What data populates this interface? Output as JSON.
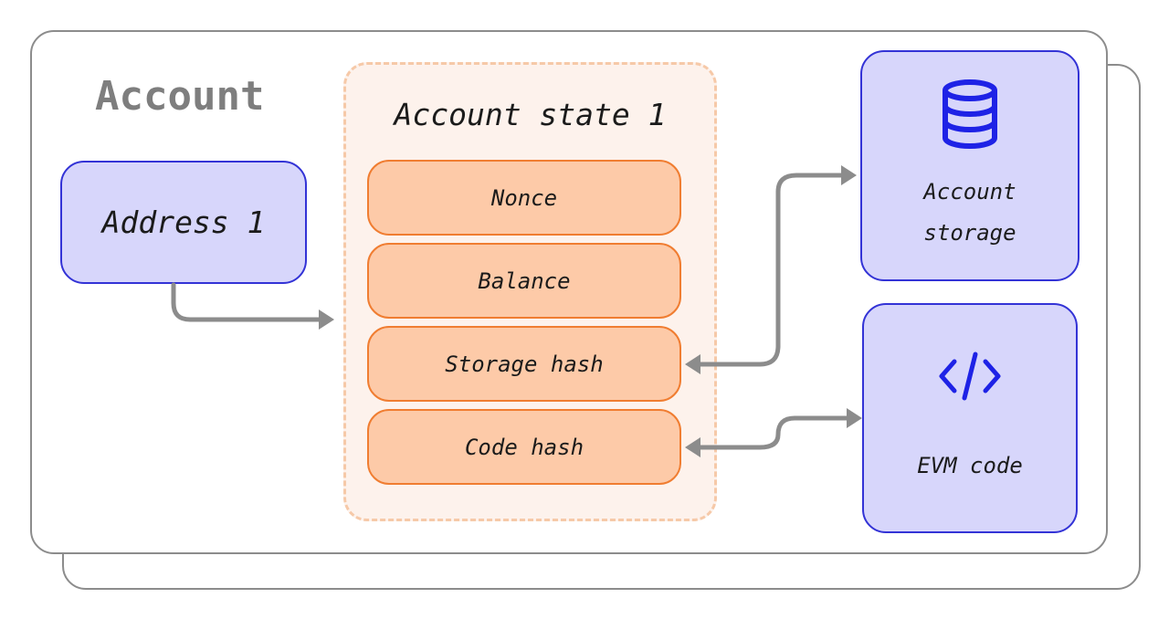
{
  "diagram": {
    "title": "Account",
    "address": "Address 1",
    "state_title": "Account state 1",
    "fields": [
      "Nonce",
      "Balance",
      "Storage hash",
      "Code hash"
    ],
    "account_storage": {
      "label": "Account\nstorage",
      "icon": "database-icon"
    },
    "evm_code": {
      "label": "EVM code",
      "icon": "code-icon"
    }
  },
  "colors": {
    "purple_fill": "#d7d6fb",
    "purple_border": "#3333d6",
    "orange_fill": "#fdcaa8",
    "orange_border": "#f07d31",
    "group_fill": "#fdf2ec",
    "group_border": "#f6c9a8",
    "arrow": "#8c8c8c",
    "title": "#7e7e7e"
  }
}
